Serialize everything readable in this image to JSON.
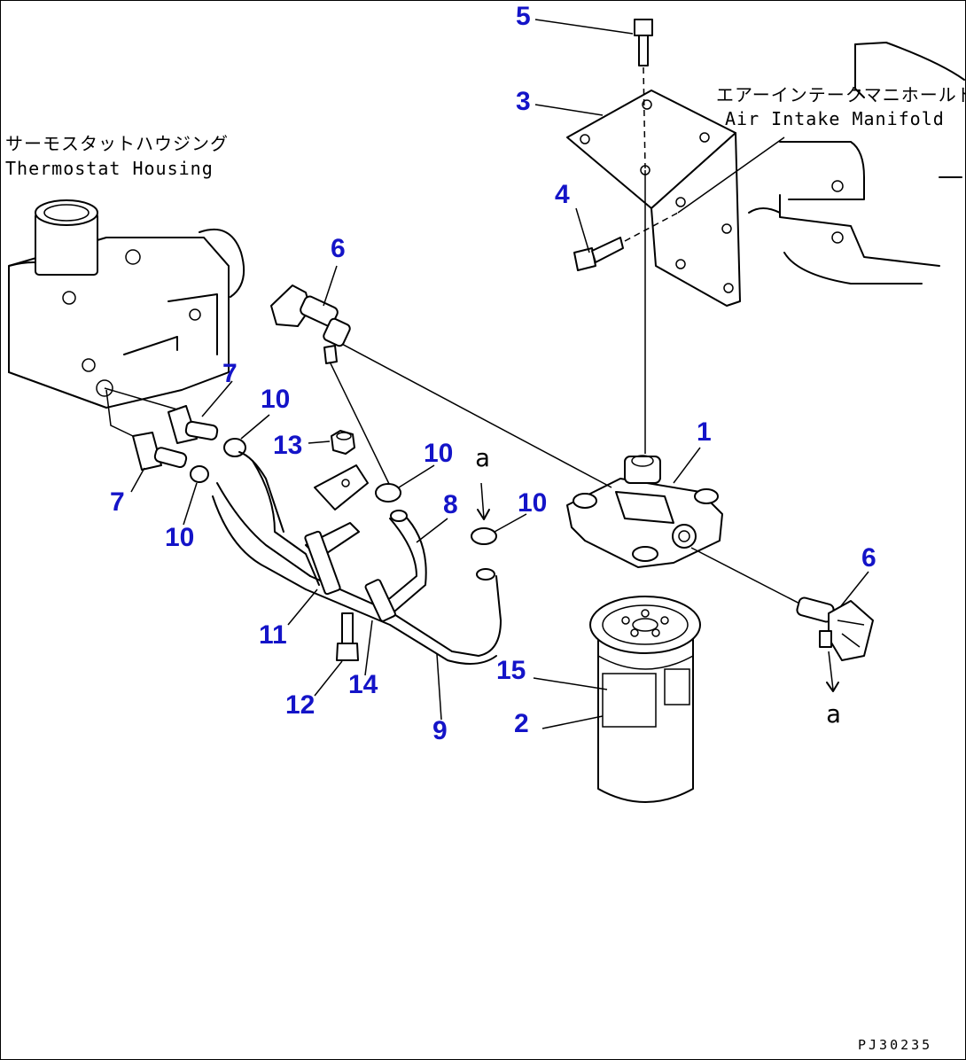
{
  "labels": {
    "thermostat_jp": "サーモスタットハウジング",
    "thermostat_en": "Thermostat Housing",
    "manifold_jp": "エアーインテークマニホールド",
    "manifold_en": "Air Intake Manifold"
  },
  "callouts": [
    {
      "id": "5",
      "text": "5"
    },
    {
      "id": "3",
      "text": "3"
    },
    {
      "id": "4",
      "text": "4"
    },
    {
      "id": "6a",
      "text": "6"
    },
    {
      "id": "1",
      "text": "1"
    },
    {
      "id": "7a",
      "text": "7"
    },
    {
      "id": "10a",
      "text": "10"
    },
    {
      "id": "13",
      "text": "13"
    },
    {
      "id": "10b",
      "text": "10"
    },
    {
      "id": "8",
      "text": "8"
    },
    {
      "id": "10c",
      "text": "10"
    },
    {
      "id": "7b",
      "text": "7"
    },
    {
      "id": "10d",
      "text": "10"
    },
    {
      "id": "6b",
      "text": "6"
    },
    {
      "id": "11",
      "text": "11"
    },
    {
      "id": "14",
      "text": "14"
    },
    {
      "id": "15",
      "text": "15"
    },
    {
      "id": "12",
      "text": "12"
    },
    {
      "id": "9",
      "text": "9"
    },
    {
      "id": "2",
      "text": "2"
    }
  ],
  "ref_marks": {
    "top": "a",
    "bottom": "a"
  },
  "drawing_code": "PJ30235",
  "colors": {
    "callout": "#1414c8",
    "line": "#000000",
    "background": "#ffffff"
  }
}
